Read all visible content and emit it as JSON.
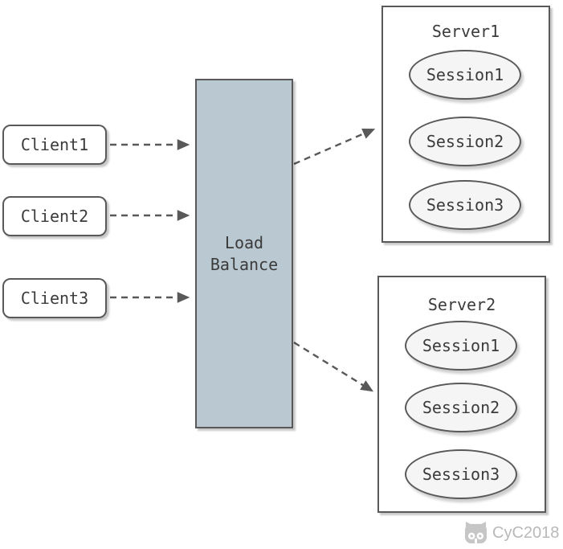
{
  "diagram": {
    "type": "load-balancing-sticky-session-diagram"
  },
  "clients": [
    {
      "label": "Client1"
    },
    {
      "label": "Client2"
    },
    {
      "label": "Client3"
    }
  ],
  "load_balancer": {
    "label": "Load\nBalance"
  },
  "servers": [
    {
      "label": "Server1",
      "sessions": [
        "Session1",
        "Session2",
        "Session3"
      ]
    },
    {
      "label": "Server2",
      "sessions": [
        "Session1",
        "Session2",
        "Session3"
      ]
    }
  ],
  "watermark": {
    "label": "CyC2018",
    "icon": "octocat-icon"
  },
  "colors": {
    "border": "#595959",
    "load_balancer_fill": "#bac8d2",
    "session_fill": "#f5f5f5",
    "text": "#3b3b3b",
    "arrow": "#595959",
    "watermark": "#b9b9b9"
  }
}
